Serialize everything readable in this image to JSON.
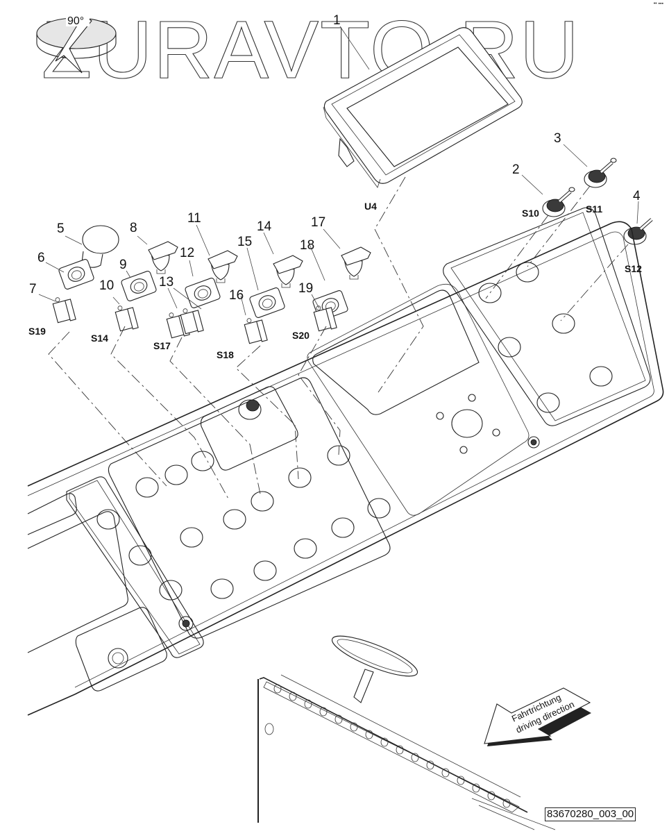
{
  "watermark": "ZURAVTO.RU",
  "rotation_badge": {
    "label": "90°",
    "icon": "rotate-90-icon"
  },
  "corner_mark": "•• ▪▪▪",
  "part_numbers": {
    "p1": "1",
    "p2": "2",
    "p3": "3",
    "p4": "4",
    "p5": "5",
    "p6": "6",
    "p7": "7",
    "p8": "8",
    "p9": "9",
    "p10": "10",
    "p11": "11",
    "p12": "12",
    "p13": "13",
    "p14": "14",
    "p15": "15",
    "p16": "16",
    "p17": "17",
    "p18": "18",
    "p19": "19"
  },
  "designators": {
    "U4": "U4",
    "S10": "S10",
    "S11": "S11",
    "S12": "S12",
    "S14": "S14",
    "S17": "S17",
    "S18": "S18",
    "S19": "S19",
    "S20": "S20"
  },
  "components": [
    {
      "part": "1",
      "kind": "display-unit",
      "designator": "U4"
    },
    {
      "part": "2",
      "kind": "joystick",
      "designator": "S10"
    },
    {
      "part": "3",
      "kind": "joystick",
      "designator": "S11"
    },
    {
      "part": "4",
      "kind": "joystick",
      "designator": "S12"
    },
    {
      "part": "5",
      "kind": "mushroom-push-button"
    },
    {
      "part": "6",
      "kind": "mounting-bracket"
    },
    {
      "part": "7",
      "kind": "contact-block",
      "designator": "S19"
    },
    {
      "part": "8",
      "kind": "selector-head"
    },
    {
      "part": "9",
      "kind": "mounting-bracket"
    },
    {
      "part": "10",
      "kind": "contact-block",
      "designator": "S14"
    },
    {
      "part": "11",
      "kind": "selector-head"
    },
    {
      "part": "12",
      "kind": "mounting-bracket"
    },
    {
      "part": "13",
      "kind": "contact-block-pair",
      "designator": "S17"
    },
    {
      "part": "14",
      "kind": "selector-head"
    },
    {
      "part": "15",
      "kind": "mounting-bracket"
    },
    {
      "part": "16",
      "kind": "contact-block",
      "designator": "S18"
    },
    {
      "part": "17",
      "kind": "selector-head"
    },
    {
      "part": "18",
      "kind": "mounting-bracket"
    },
    {
      "part": "19",
      "kind": "contact-block",
      "designator": "S20"
    }
  ],
  "direction_arrow": {
    "line1": "Fahrtrichtung",
    "line2": "driving direction"
  },
  "drawing_id": "83670280_003_00"
}
